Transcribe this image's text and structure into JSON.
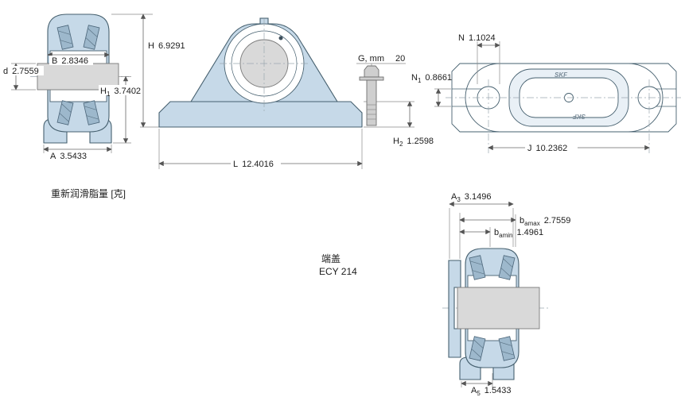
{
  "dims": {
    "B": {
      "label": "B",
      "value": "2.8346"
    },
    "d": {
      "label": "d",
      "value": "2.7559"
    },
    "H1": {
      "label": "H",
      "sub": "1",
      "value": "3.7402"
    },
    "A": {
      "label": "A",
      "value": "3.5433"
    },
    "H": {
      "label": "H",
      "value": "6.9291"
    },
    "G": {
      "label": "G, mm",
      "value": "20"
    },
    "H2": {
      "label": "H",
      "sub": "2",
      "value": "1.2598"
    },
    "L": {
      "label": "L",
      "value": "12.4016"
    },
    "N": {
      "label": "N",
      "value": "1.1024"
    },
    "N1": {
      "label": "N",
      "sub": "1",
      "value": "0.8661"
    },
    "J": {
      "label": "J",
      "value": "10.2362"
    },
    "A3": {
      "label": "A",
      "sub": "3",
      "value": "3.1496"
    },
    "bamax": {
      "label": "b",
      "sub": "amax",
      "value": "2.7559"
    },
    "bamin": {
      "label": "b",
      "sub": "amin",
      "value": "1.4961"
    },
    "A5": {
      "label": "A",
      "sub": "5",
      "value": "1.5433"
    }
  },
  "notes": {
    "relubrication": "重新润滑脂量 [克]",
    "endcap": "端盖",
    "endcap_part": "ECY 214"
  },
  "brand": {
    "logo": "SKF"
  }
}
